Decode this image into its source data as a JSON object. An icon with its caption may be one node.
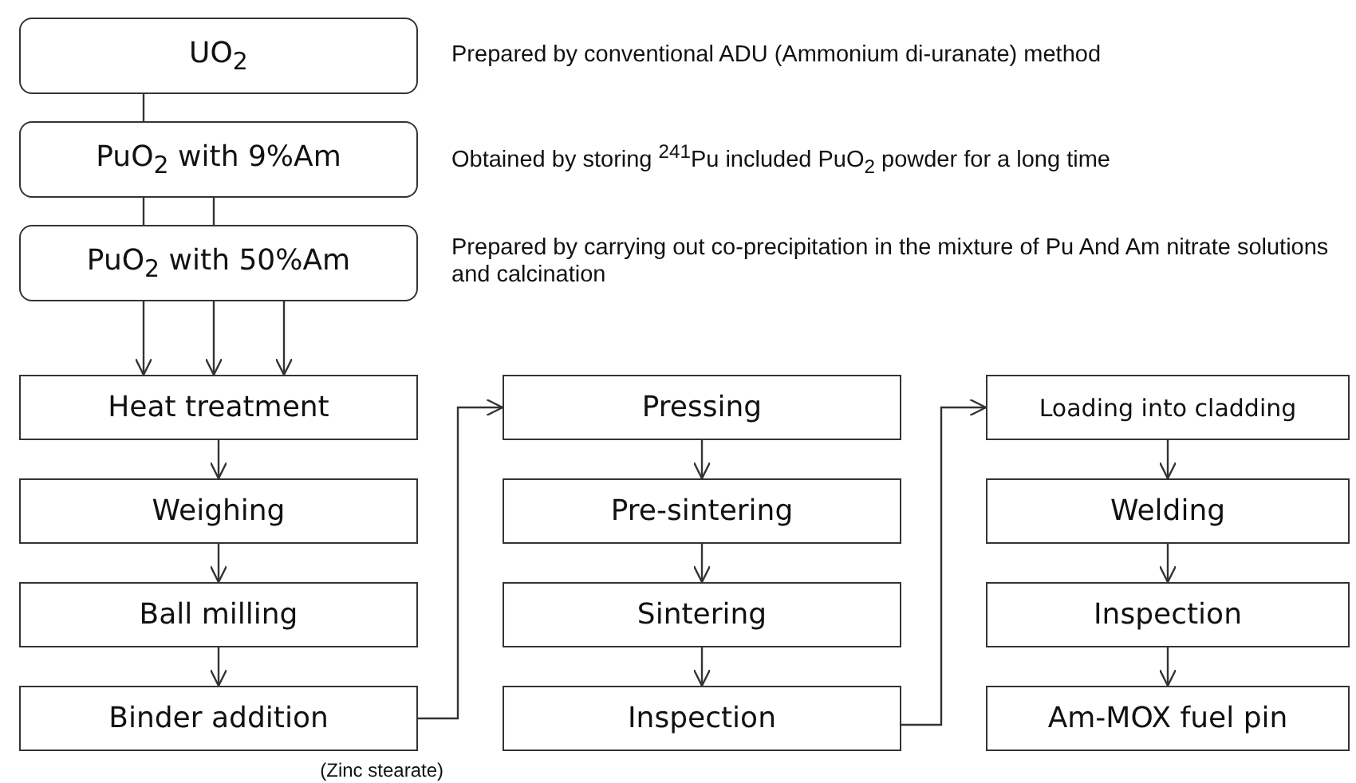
{
  "diagram": {
    "nodes": [
      {
        "text": [
          "UO$_{2}$"
        ],
        "beside": [
          "Prepared by conventional ADU (Ammonium di-uranate) method"
        ]
      },
      {
        "text": [
          "PuO$_{2}$ with 9%Am"
        ],
        "beside": [
          "Obtained by storing $^{241}$Pu included PuO$_{2}$ powder for a long time"
        ]
      },
      {
        "text": [
          "PuO$_{2}$ with 50%Am"
        ],
        "beside": [
          "Prepared by carrying out co-precipitation in the mixture of Pu And Am nitrate solutions and calcination"
        ]
      },
      {
        "text": [
          "Heat treatment"
        ]
      },
      {
        "text": [
          "Weighing"
        ]
      },
      {
        "text": [
          "Ball milling"
        ]
      },
      {
        "text": [
          "Binder addition"
        ],
        "beside": [
          "(Zinc stearate)"
        ]
      },
      {
        "text": [
          "Pressing"
        ]
      },
      {
        "text": [
          "Pre-sintering"
        ]
      },
      {
        "text": [
          "Sintering"
        ]
      },
      {
        "text": [
          "Inspection"
        ]
      },
      {
        "text": [
          "Loading into cladding"
        ]
      },
      {
        "text": [
          "Welding"
        ]
      },
      {
        "text": [
          "Inspection"
        ]
      },
      {
        "text": [
          "Am-MOX fuel pin"
        ]
      }
    ],
    "edges": [
      {
        "from": 0,
        "to": 1,
        "arrow": "none"
      },
      {
        "from": 1,
        "to": 2,
        "arrow": "none"
      },
      {
        "from": 1,
        "to": 2,
        "arrow": "none"
      },
      {
        "from": 2,
        "to": 3,
        "arrow": "to"
      },
      {
        "from": 2,
        "to": 3,
        "arrow": "to"
      },
      {
        "from": 2,
        "to": 3,
        "arrow": "to"
      },
      {
        "from": 3,
        "to": 4,
        "arrow": "to"
      },
      {
        "from": 4,
        "to": 5,
        "arrow": "to"
      },
      {
        "from": 5,
        "to": 6,
        "arrow": "to"
      },
      {
        "from": 6,
        "to": 7,
        "arrow": "to"
      },
      {
        "from": 7,
        "to": 8,
        "arrow": "to"
      },
      {
        "from": 8,
        "to": 9,
        "arrow": "to"
      },
      {
        "from": 9,
        "to": 10,
        "arrow": "to"
      },
      {
        "from": 10,
        "to": 11,
        "arrow": "to"
      },
      {
        "from": 11,
        "to": 12,
        "arrow": "to"
      },
      {
        "from": 12,
        "to": 13,
        "arrow": "to"
      },
      {
        "from": 13,
        "to": 14,
        "arrow": "to"
      }
    ]
  }
}
